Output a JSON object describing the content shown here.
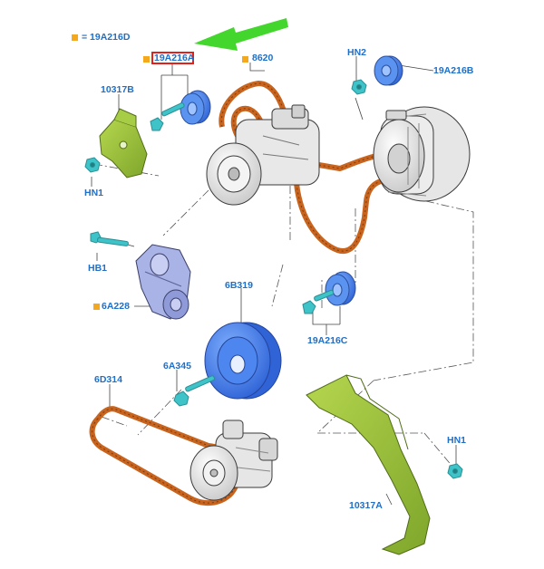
{
  "colors": {
    "callout_text": "#1f6fc8",
    "marker": "#f4a81d",
    "highlight_box": "#e0211c",
    "arrow": "#43d62c",
    "belt": "#c8641e",
    "bracket": "#9cc43a",
    "tensioner_body": "#a9b3e6",
    "idler": "#3f86ea",
    "pulley": "#3f7cf0",
    "fastener": "#3ec3c9",
    "metal": "#e4e4e4",
    "outline": "#3a3a3a",
    "leader": "#444444"
  },
  "legend": {
    "code": "= 19A216D"
  },
  "callouts": {
    "idler_19a216a": "19A216A",
    "belt_8620": "8620",
    "hn2": "HN2",
    "idler_19a216b": "19A216B",
    "bracket_10317b": "10317B",
    "hn1_top": "HN1",
    "hb1": "HB1",
    "tensioner_6a228": "6A228",
    "pulley_6b319": "6B319",
    "idler_19a216c": "19A216C",
    "bolt_6a345": "6A345",
    "belt_6d314": "6D314",
    "hn1_bottom": "HN1",
    "shield_10317a": "10317A"
  }
}
